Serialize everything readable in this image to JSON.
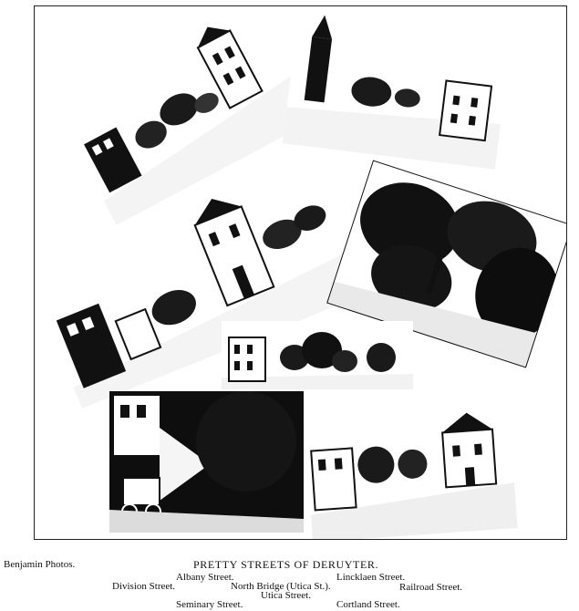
{
  "credit": "Benjamin Photos.",
  "title": "PRETTY STREETS OF DERUYTER.",
  "labels": {
    "albany": "Albany Street.",
    "lincklaen": "Lincklaen Street.",
    "division": "Division Street.",
    "north_bridge": "North Bridge (Utica St.).",
    "railroad": "Railroad Street.",
    "utica": "Utica Street.",
    "seminary": "Seminary Street.",
    "cortland": "Cortland Street."
  }
}
